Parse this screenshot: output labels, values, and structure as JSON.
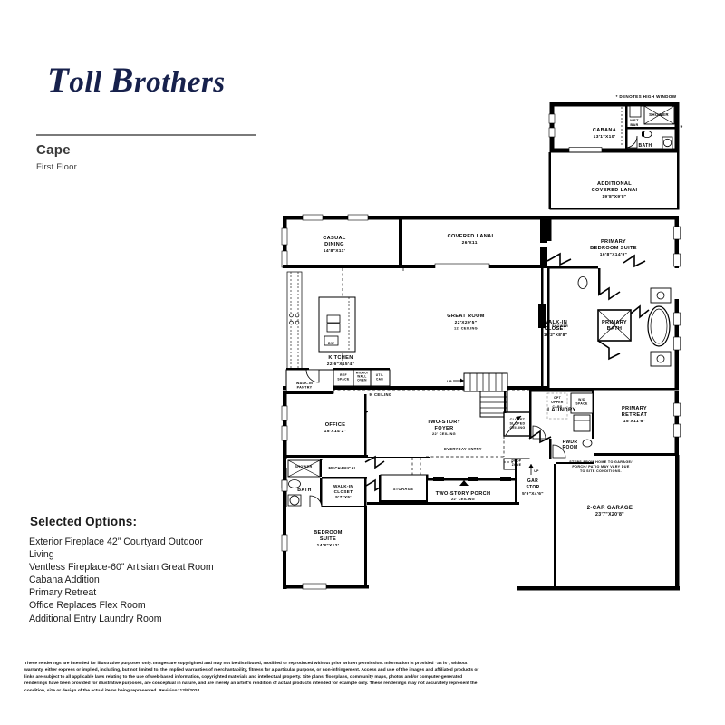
{
  "brand": {
    "name_part1": "T",
    "name_rest": "oll ",
    "name_part2": "B",
    "name_rest2": "rothers"
  },
  "header": {
    "plan_name": "Cape",
    "plan_floor": "First Floor"
  },
  "options": {
    "title": "Selected Options:",
    "items": [
      "Exterior Fireplace 42” Courtyard Outdoor",
      "Living",
      "Ventless Fireplace-60” Artisian Great Room",
      "Cabana Addition",
      "Primary Retreat",
      "Office Replaces Flex Room",
      "Additional Entry Laundry Room"
    ]
  },
  "disclaimer": {
    "line1": "These renderings are intended for illustrative purposes only. Images are copyrighted and may not be distributed, modified or reproduced without prior written permission. Information is provided \"as is\", without",
    "line2": "warranty, either express or implied, including, but not limited to, the implied warranties of merchantability, fitness for a particular purpose, or non-infringement. Access and use of the images and affiliated products or",
    "line3": "links are subject to all applicable laws relating to the use of web-based information, copyrighted materials and intellectual property. Site plans, floorplans, community maps, photos and/or computer-generated",
    "line4": "renderings have been provided for illustrative purposes, are conceptual in nature, and are merely an artist's rendition of actual products intended for example only. These renderings may not accurately represent the",
    "line5": "condition, size or design of the actual items being represented. Revision: 12/9/2024"
  },
  "floorplan": {
    "note_high_window": "* DENOTES HIGH WINDOW",
    "note_garage_steps_l1": "STEPS FROM HOME TO GARAGE/",
    "note_garage_steps_l2": "PORCH/ PATIO MAY VARY DUE",
    "note_garage_steps_l3": "TO SITE CONDITIONS.",
    "rooms": [
      {
        "id": "cabana",
        "name": "CABANA",
        "dim": "13'1\"X10'",
        "ceiling": ""
      },
      {
        "id": "wet-bar",
        "name": "WET BAR",
        "dim": "",
        "ceiling": ""
      },
      {
        "id": "cabana-shower",
        "name": "SHOWER",
        "dim": "",
        "ceiling": ""
      },
      {
        "id": "cabana-bath",
        "name": "BATH",
        "dim": "",
        "ceiling": ""
      },
      {
        "id": "additional-lanai",
        "name": "ADDITIONAL COVERED LANAI",
        "dim": "19'8\"X9'8\"",
        "ceiling": ""
      },
      {
        "id": "casual-dining",
        "name": "CASUAL DINING",
        "dim": "14'8\"X11'",
        "ceiling": ""
      },
      {
        "id": "covered-lanai",
        "name": "COVERED LANAI",
        "dim": "26'X11'",
        "ceiling": ""
      },
      {
        "id": "primary-bedroom",
        "name": "PRIMARY BEDROOM SUITE",
        "dim": "16'8\"X14'9\"",
        "ceiling": ""
      },
      {
        "id": "great-room",
        "name": "GREAT ROOM",
        "dim": "22'X20'5\"",
        "ceiling": "12' CEILING"
      },
      {
        "id": "kitchen",
        "name": "KITCHEN",
        "dim": "22'6\"X15'4\"",
        "ceiling": "9' CEILING"
      },
      {
        "id": "walk-in-pantry",
        "name": "WALK-IN PANTRY",
        "dim": "",
        "ceiling": ""
      },
      {
        "id": "primary-closet",
        "name": "WALK-IN CLOSET",
        "dim": "16'2\"X8'8\"",
        "ceiling": ""
      },
      {
        "id": "primary-bath",
        "name": "PRIMARY BATH",
        "dim": "",
        "ceiling": ""
      },
      {
        "id": "primary-shower",
        "name": "SHOWER",
        "dim": "",
        "ceiling": ""
      },
      {
        "id": "office",
        "name": "OFFICE",
        "dim": "15'X14'2\"",
        "ceiling": ""
      },
      {
        "id": "two-story-foyer",
        "name": "TWO-STORY FOYER",
        "dim": "",
        "ceiling": "22' CEILING"
      },
      {
        "id": "laundry",
        "name": "LAUNDRY",
        "dim": "",
        "ceiling": ""
      },
      {
        "id": "primary-retreat",
        "name": "PRIMARY RETREAT",
        "dim": "15'X11'6\"",
        "ceiling": ""
      },
      {
        "id": "pwdr-room",
        "name": "PWDR ROOM",
        "dim": "",
        "ceiling": ""
      },
      {
        "id": "bath",
        "name": "BATH",
        "dim": "",
        "ceiling": ""
      },
      {
        "id": "mechanical",
        "name": "MECHANICAL",
        "dim": "",
        "ceiling": ""
      },
      {
        "id": "bed2-closet",
        "name": "WALK-IN CLOSET",
        "dim": "5'7\"X5'",
        "ceiling": ""
      },
      {
        "id": "bedroom-suite",
        "name": "BEDROOM SUITE",
        "dim": "14'8\"X12'",
        "ceiling": ""
      },
      {
        "id": "storage",
        "name": "STORAGE",
        "dim": "",
        "ceiling": ""
      },
      {
        "id": "two-story-porch",
        "name": "TWO-STORY PORCH",
        "dim": "",
        "ceiling": "22' CEILING"
      },
      {
        "id": "gar-stor",
        "name": "GAR STOR",
        "dim": "5'9\"X4'6\"",
        "ceiling": ""
      },
      {
        "id": "garage",
        "name": "2-CAR GARAGE",
        "dim": "23'7\"X20'8\"",
        "ceiling": ""
      }
    ],
    "labels": {
      "cabana": "CABANA",
      "cabana_dim": "13'1\"X10'",
      "wet_bar_l1": "WET",
      "wet_bar_l2": "BAR",
      "cabana_shower": "SHOWER",
      "cabana_bath": "BATH",
      "addl_lanai_l1": "ADDITIONAL",
      "addl_lanai_l2": "COVERED LANAI",
      "addl_lanai_dim": "19'8\"X9'8\"",
      "casual_dining_l1": "CASUAL",
      "casual_dining_l2": "DINING",
      "casual_dining_dim": "14'8\"X11'",
      "covered_lanai": "COVERED LANAI",
      "covered_lanai_dim": "26'X11'",
      "primary_bed_l1": "PRIMARY",
      "primary_bed_l2": "BEDROOM SUITE",
      "primary_bed_dim": "16'8\"X14'9\"",
      "great_room": "GREAT ROOM",
      "great_room_dim": "22'X20'5\"",
      "great_room_ceil": "12' CEILING",
      "kitchen": "KITCHEN",
      "kitchen_dim": "22'6\"X15'4\"",
      "kitchen_ceil": "9' CEILING",
      "dw": "DW",
      "ref_l1": "REF",
      "ref_l2": "SPACE",
      "micro_l1": "MICRO/",
      "micro_l2": "WALL",
      "micro_l3": "OVEN",
      "util_l1": "UTIL",
      "util_l2": "CAB",
      "pantry_l1": "WALK-IN",
      "pantry_l2": "PANTRY",
      "pclos_l1": "WALK-IN",
      "pclos_l2": "CLOSET",
      "pclos_dim": "16'2\"X8'8\"",
      "primary_bath_l1": "PRIMARY",
      "primary_bath_l2": "BATH",
      "shower": "SHOWER",
      "office": "OFFICE",
      "office_dim": "15'X14'2\"",
      "foyer_l1": "TWO-STORY",
      "foyer_l2": "FOYER",
      "foyer_ceil": "22' CEILING",
      "up": "UP",
      "closet_l1": "CLOSET",
      "closet_l2": "SLOPED",
      "closet_l3": "CEILING",
      "everyday_entry": "EVERYDAY ENTRY",
      "drop_l1": "DROP",
      "drop_l2": "ZONE",
      "laundry": "LAUNDRY",
      "wd_l1": "W/D",
      "wd_l2": "SPACE",
      "opt_l1": "OPT",
      "opt_l2": "UPPER",
      "opt_l3": "CABS",
      "pwdr_l1": "PWDR",
      "pwdr_l2": "ROOM",
      "retreat_l1": "PRIMARY",
      "retreat_l2": "RETREAT",
      "retreat_dim": "15'X11'6\"",
      "bath": "BATH",
      "mechanical": "MECHANICAL",
      "bclos_l1": "WALK-IN",
      "bclos_l2": "CLOSET",
      "bclos_dim": "5'7\"X5'",
      "bedroom_l1": "BEDROOM",
      "bedroom_l2": "SUITE",
      "bedroom_dim": "14'8\"X12'",
      "storage": "STORAGE",
      "porch": "TWO-STORY PORCH",
      "porch_ceil": "22' CEILING",
      "garstor_l1": "GAR",
      "garstor_l2": "STOR",
      "garstor_dim": "5'9\"X4'6\"",
      "garage": "2-CAR GARAGE",
      "garage_dim": "23'7\"X20'8\"",
      "star": "*"
    }
  }
}
